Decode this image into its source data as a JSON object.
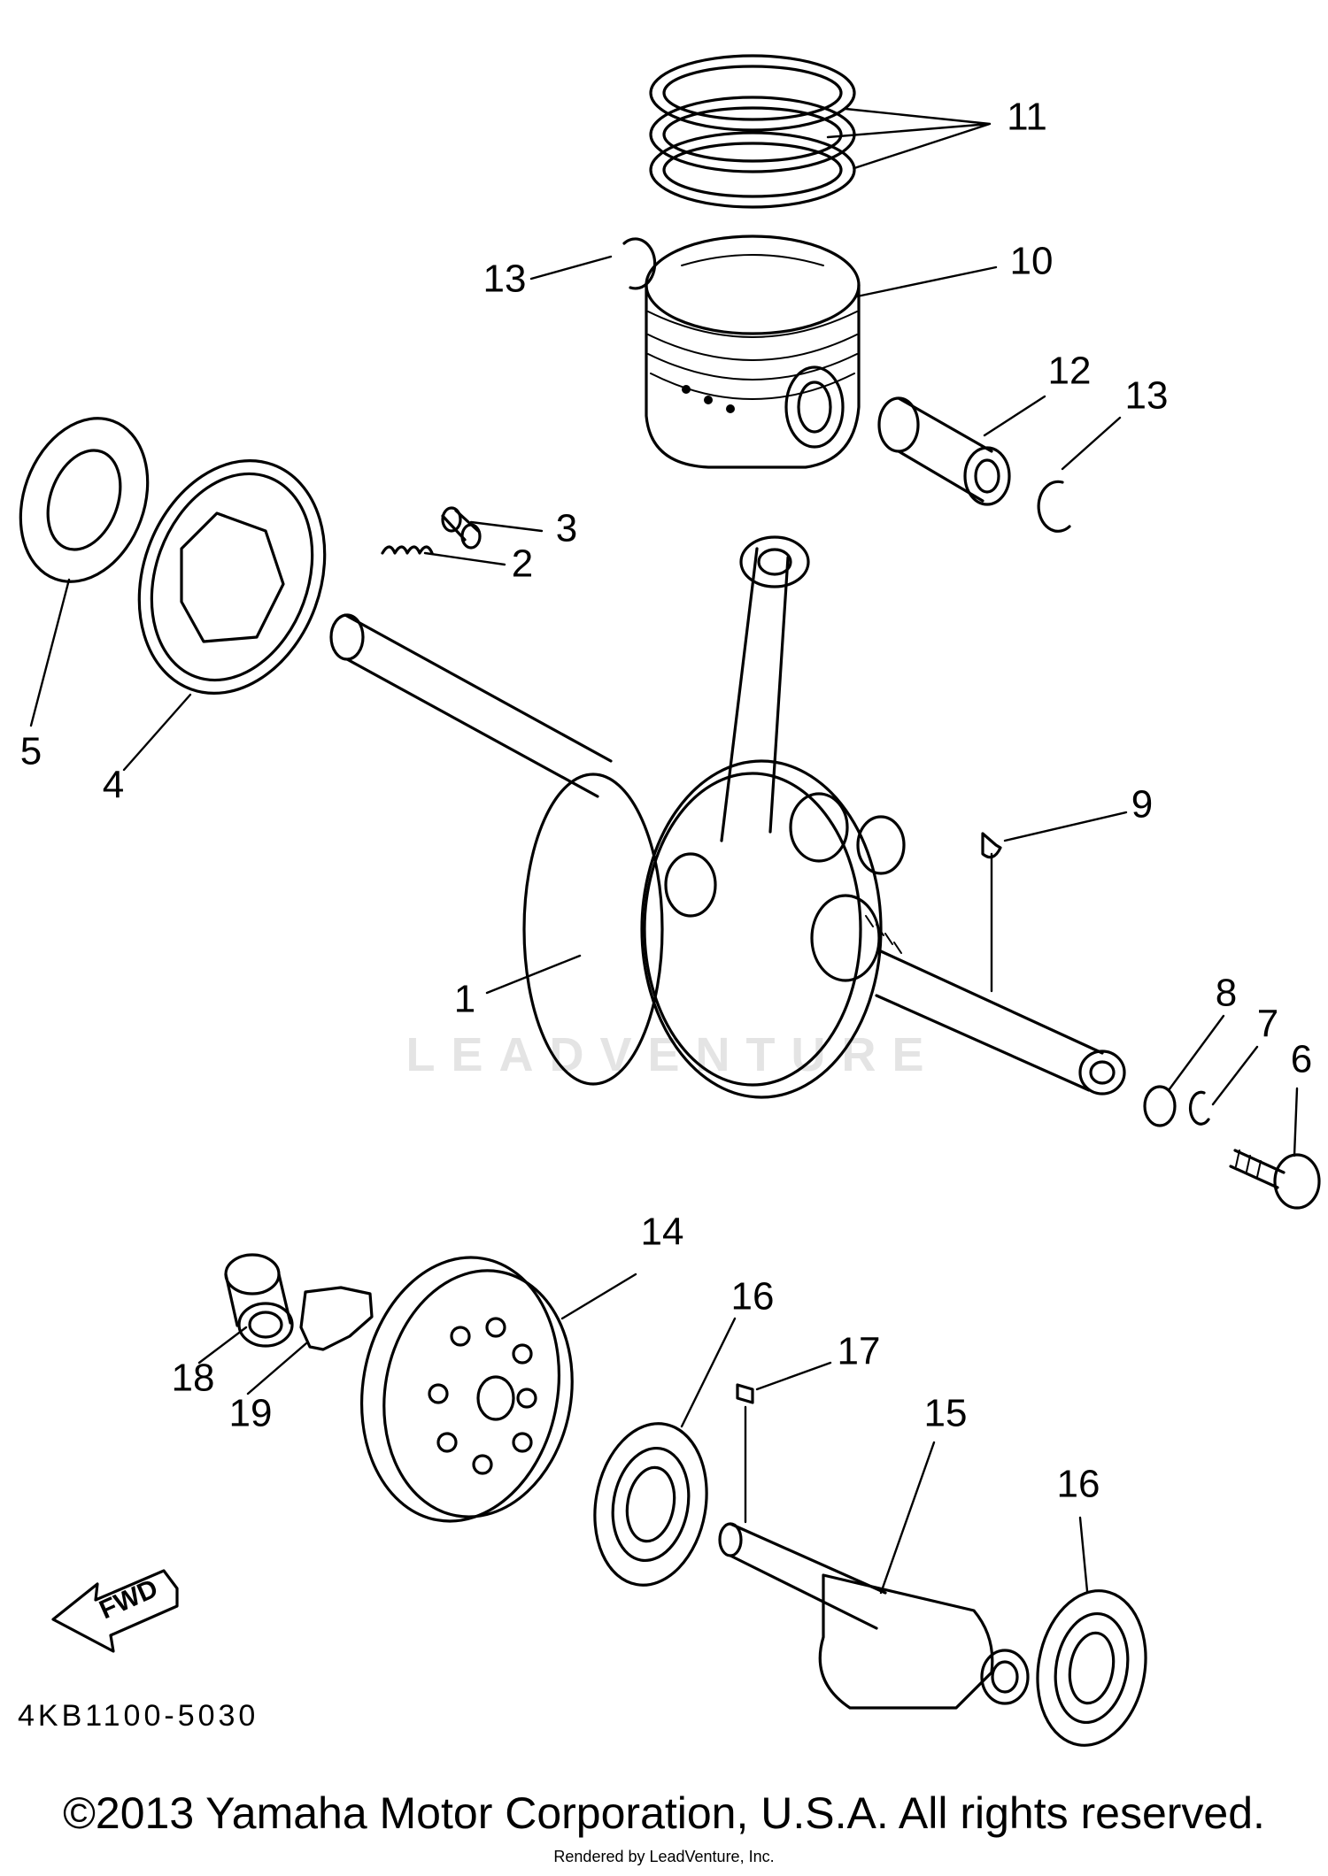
{
  "diagram": {
    "parts": [
      {
        "ref": "1"
      },
      {
        "ref": "2"
      },
      {
        "ref": "3"
      },
      {
        "ref": "4"
      },
      {
        "ref": "5"
      },
      {
        "ref": "6"
      },
      {
        "ref": "7"
      },
      {
        "ref": "8"
      },
      {
        "ref": "9"
      },
      {
        "ref": "10"
      },
      {
        "ref": "11"
      },
      {
        "ref": "12"
      },
      {
        "ref": "13"
      },
      {
        "ref": "13"
      },
      {
        "ref": "14"
      },
      {
        "ref": "15"
      },
      {
        "ref": "16"
      },
      {
        "ref": "16"
      },
      {
        "ref": "17"
      },
      {
        "ref": "18"
      },
      {
        "ref": "19"
      }
    ],
    "fwd_label": "FWD",
    "diagram_code": "4KB1100-5030",
    "watermark": "LEADVENTURE",
    "copyright": "©2013 Yamaha Motor Corporation, U.S.A. All rights reserved.",
    "rendered_by": "Rendered by LeadVenture, Inc."
  }
}
